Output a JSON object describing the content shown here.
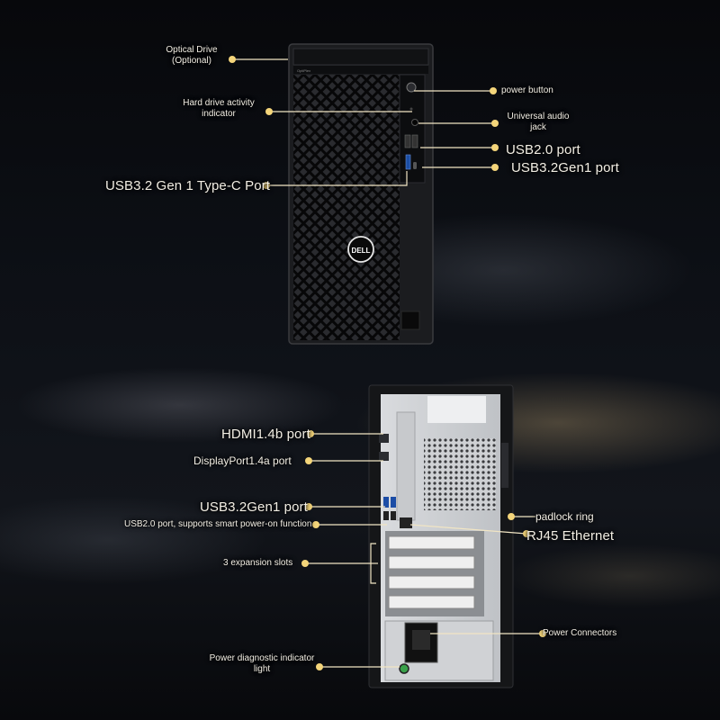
{
  "brand": {
    "logo_text": "DELL",
    "model_text": "OptiPlex"
  },
  "colors": {
    "accent_dot": "#f4d57a",
    "leader_line": "#f1e5c4",
    "case": "#17181b"
  },
  "front_labels": {
    "optical_drive": "Optical Drive\n(Optional)",
    "hdd_indicator": "Hard drive activity\nindicator",
    "power_button": "power button",
    "audio_jack": "Universal audio\njack",
    "usb2_front": "USB2.0 port",
    "usb32_front": "USB3.2Gen1 port",
    "usb_typec": "USB3.2 Gen 1 Type-C Port"
  },
  "rear_labels": {
    "hdmi": "HDMI1.4b port",
    "displayport": "DisplayPort1.4a port",
    "usb32_rear": "USB3.2Gen1 port",
    "usb2_smart": "USB2.0 port, supports smart power-on function",
    "padlock": "padlock ring",
    "rj45": "RJ45 Ethernet",
    "expansion": "3 expansion slots",
    "power_connectors": "Power Connectors",
    "diag_light": "Power diagnostic indicator\nlight"
  }
}
